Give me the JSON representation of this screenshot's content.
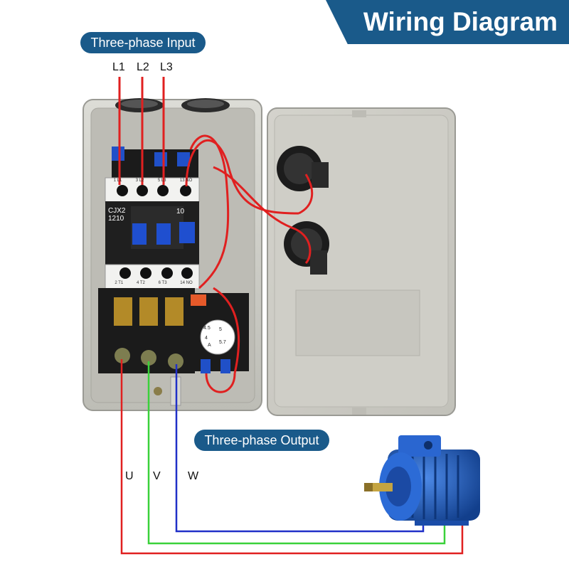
{
  "title": "Wiring Diagram",
  "labels": {
    "input": "Three-phase Input",
    "output": "Three-phase Output"
  },
  "phases_in": [
    "L1",
    "L2",
    "L3"
  ],
  "phases_out": [
    "U",
    "V",
    "W"
  ],
  "contactor": {
    "model_line1": "CJX2",
    "model_line2": "1210",
    "code": "10",
    "top_terminals": [
      "1 L1",
      "3 L2",
      "5 L3",
      "13 NO"
    ],
    "bottom_terminals": [
      "2 T1",
      "4 T2",
      "6 T3",
      "14 NO"
    ]
  },
  "overload_dial": {
    "values": [
      "4.5",
      "5",
      "4",
      "5.7"
    ],
    "mode": "A"
  },
  "colors": {
    "banner": "#1a5a8a",
    "wire_u": "#e02020",
    "wire_v": "#3ad13a",
    "wire_w": "#2030c8",
    "enclosure": "#c9c9c3",
    "motor": "#1d5fc4"
  }
}
